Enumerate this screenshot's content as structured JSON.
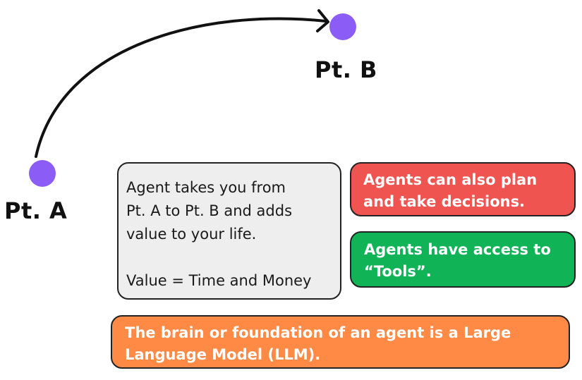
{
  "points": {
    "a_label": "Pt. A",
    "b_label": "Pt. B",
    "dot_color": "#8b5cf6"
  },
  "main_box": {
    "lines": [
      "Agent takes you from",
      "Pt. A to Pt. B and adds",
      "value to your life."
    ],
    "value_line": "Value = Time and Money"
  },
  "plan_box": {
    "lines": [
      "Agents can also plan",
      "and take decisions."
    ],
    "color": "#ef5451"
  },
  "tools_box": {
    "lines": [
      "Agents have access to",
      "“Tools”."
    ],
    "color": "#11b357"
  },
  "llm_box": {
    "lines": [
      "The brain or foundation of an agent is a Large",
      "Language Model (LLM)."
    ],
    "color": "#ff8a45"
  }
}
